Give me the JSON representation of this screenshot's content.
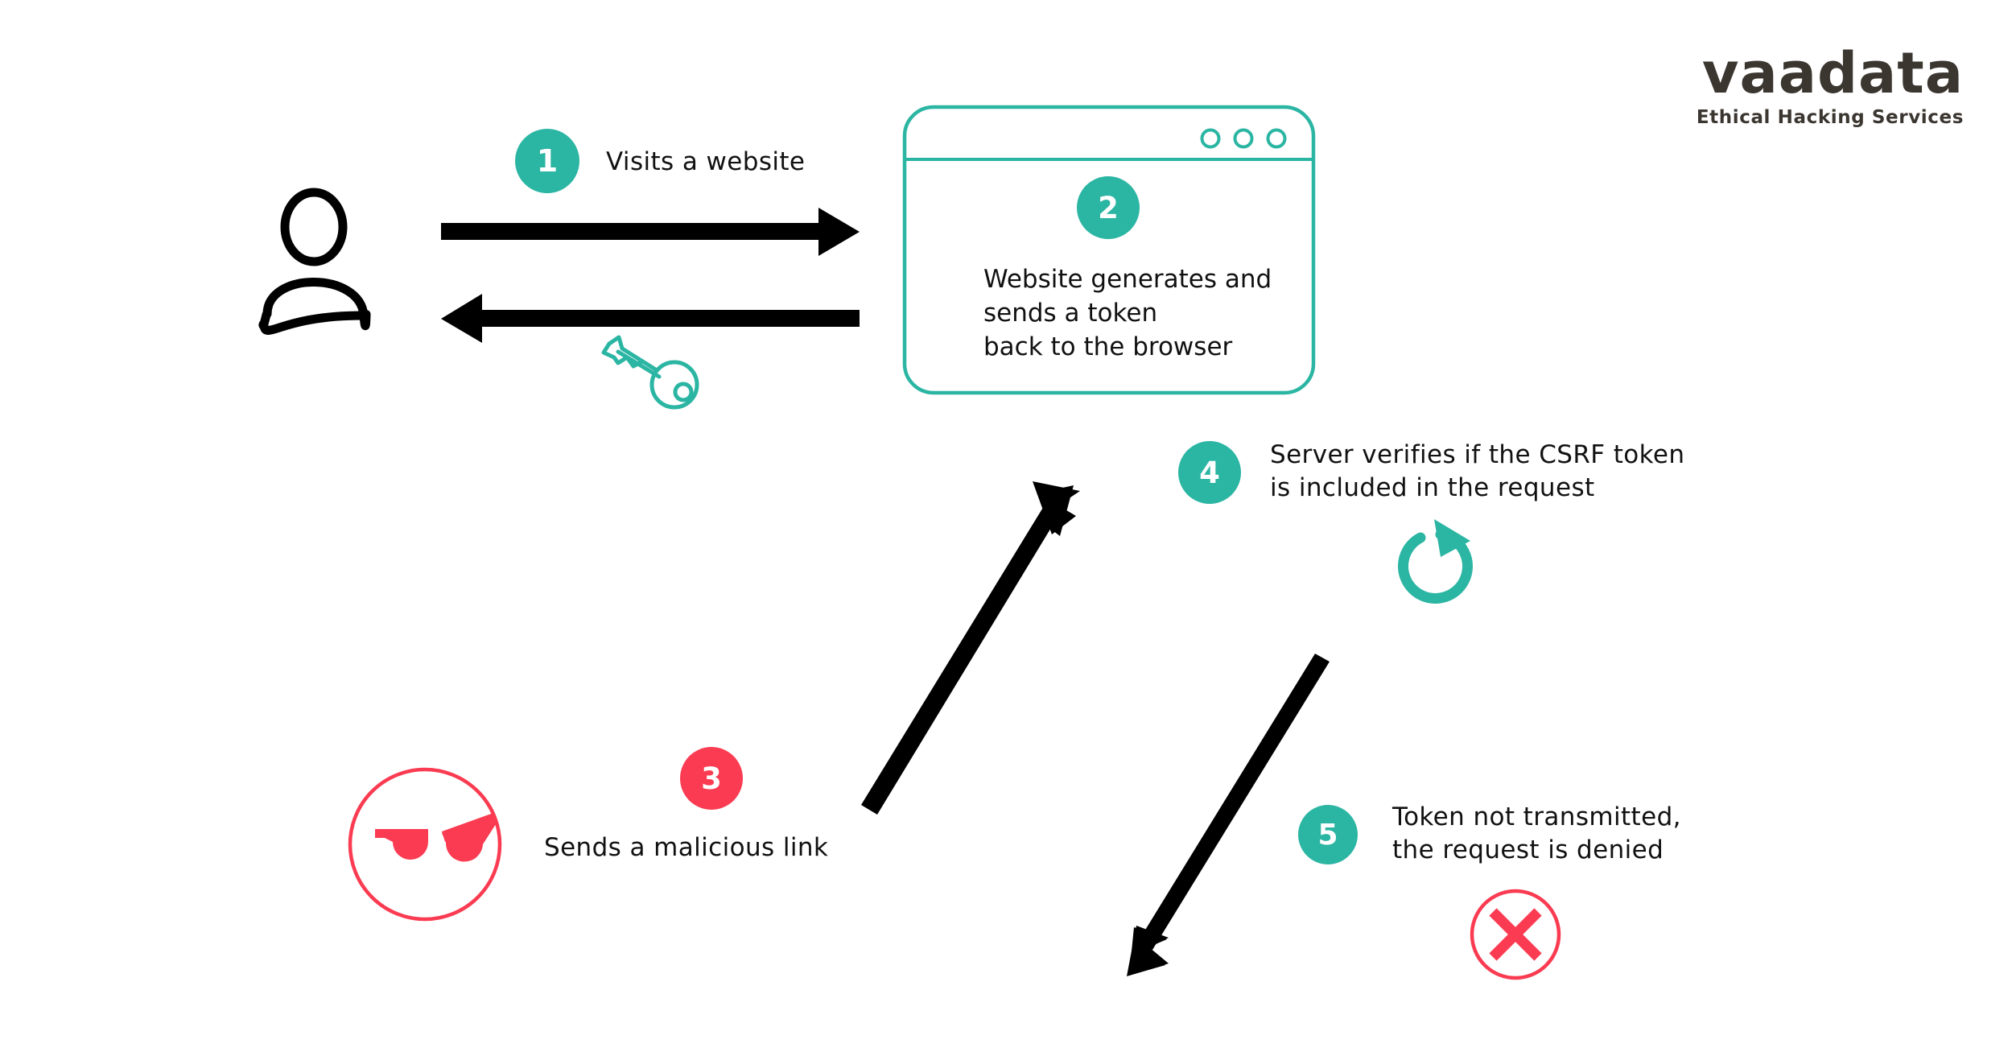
{
  "diagram": {
    "title": "CSRF token protection flow",
    "background": "#ffffff",
    "colors": {
      "teal": "#2bb5a3",
      "red": "#fa3b51",
      "black": "#000000",
      "logo_dark": "#3b3630"
    }
  },
  "brand": {
    "name": "vaadata",
    "tagline": "Ethical Hacking Services"
  },
  "actors": {
    "user": {
      "label_icon": "user-person-icon"
    },
    "attacker": {
      "label_icon": "angry-hacker-face-icon"
    },
    "browser_window": {
      "label_icon": "browser-window"
    }
  },
  "steps": [
    {
      "number": "1",
      "color": "teal",
      "text": "Visits a website"
    },
    {
      "number": "2",
      "color": "teal",
      "text": "Website generates and\nsends a token\nback to the browser"
    },
    {
      "number": "3",
      "color": "red",
      "text": "Sends a malicious link"
    },
    {
      "number": "4",
      "color": "teal",
      "text": "Server verifies if the CSRF token\nis included in the request"
    },
    {
      "number": "5",
      "color": "teal",
      "text": "Token not transmitted,\nthe request is denied"
    }
  ],
  "icons": {
    "key": "key-icon",
    "refresh": "refresh-circular-arrow-icon",
    "denied": "denied-cross-circle-icon",
    "dot_1": "window-dot-icon",
    "dot_2": "window-dot-icon",
    "dot_3": "window-dot-icon"
  },
  "arrows": [
    {
      "name": "arrow-user-to-website",
      "direction": "right"
    },
    {
      "name": "arrow-website-to-user",
      "direction": "left"
    },
    {
      "name": "arrow-attacker-to-server",
      "direction": "up-right"
    },
    {
      "name": "arrow-server-denied",
      "direction": "down-left"
    }
  ]
}
